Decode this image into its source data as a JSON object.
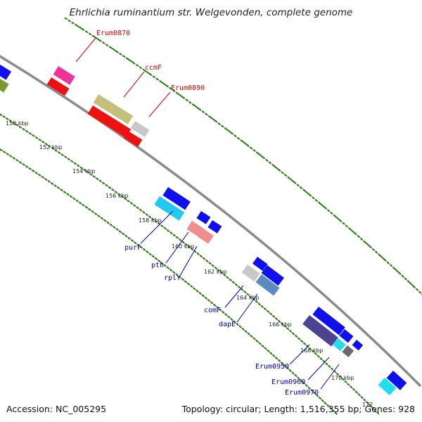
{
  "title": "Ehrlichia ruminantium str. Welgevonden, complete genome",
  "footer": {
    "accession": "Accession: NC_005295",
    "stats": "Topology: circular; Length: 1,516,355 bp; Genes: 928"
  },
  "colors": {
    "backbone": "#8a8a8a",
    "gc_dots": "#2e7d1a",
    "label_top": "#cc0000",
    "label_bottom": "#0000aa",
    "gene_blue": "#1010ee",
    "gene_red": "#ee1111",
    "gene_magenta": "#ee3399",
    "gene_olive": "#c2c07a",
    "gene_gray": "#c8c8c8",
    "gene_cyan": "#22c8ee",
    "gene_salmon": "#ee8e8e",
    "gene_steel": "#5a8cc0",
    "gene_navy": "#4c4490",
    "gene_dark": "#6a6a6a",
    "gene_aqua": "#22ddee",
    "gene_green": "#7a9a30"
  },
  "ticks": [
    "150 kbp",
    "152 kbp",
    "154 kbp",
    "156 kbp",
    "158 kbp",
    "160 kbp",
    "162 kbp",
    "164 kbp",
    "166 kbp",
    "168 kbp",
    "170 kbp"
  ],
  "labels_top": [
    "Erum0870",
    "ccmF",
    "Erum0890"
  ],
  "labels_bottom": [
    "purF",
    "pth",
    "rplY",
    "comF",
    "dapE",
    "Erum0950",
    "Erum0960",
    "Erum0970"
  ],
  "partial_tick": "172"
}
